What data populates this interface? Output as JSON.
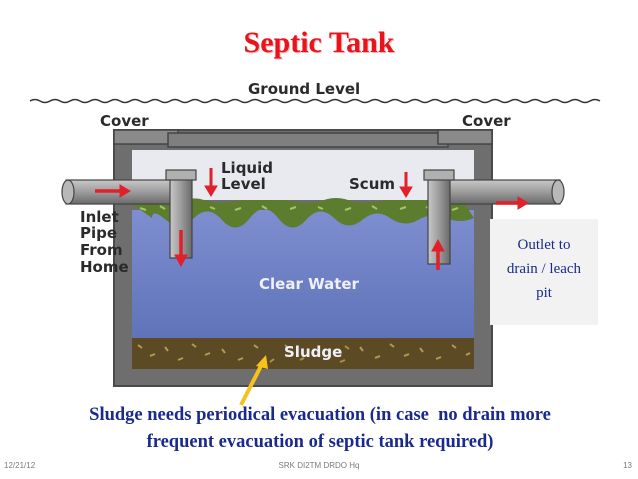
{
  "title": "Septic Tank",
  "labels": {
    "ground_level": "Ground Level",
    "cover_left": "Cover",
    "cover_right": "Cover",
    "liquid_level_1": "Liquid",
    "liquid_level_2": "Level",
    "scum": "Scum",
    "inlet_1": "Inlet",
    "inlet_2": "Pipe",
    "inlet_3": "From",
    "inlet_4": "Home",
    "clear_water": "Clear Water",
    "sludge": "Sludge"
  },
  "outlet_box": {
    "line1": "Outlet to",
    "line2": "drain / leach",
    "line3": "pit"
  },
  "caption": {
    "line1": "Sludge needs periodical evacuation (in case  no drain more",
    "line2": "frequent evacuation of septic tank required)"
  },
  "footer": {
    "date": "12/21/12",
    "source": "SRK DI2TM DRDO Hq",
    "page": "13"
  },
  "colors": {
    "title": "#e8131b",
    "caption": "#1a2a8c",
    "water": "#6d7fc4",
    "sludge": "#5b4a24",
    "scum": "#5d7d2e",
    "arrow": "#e0202a"
  }
}
